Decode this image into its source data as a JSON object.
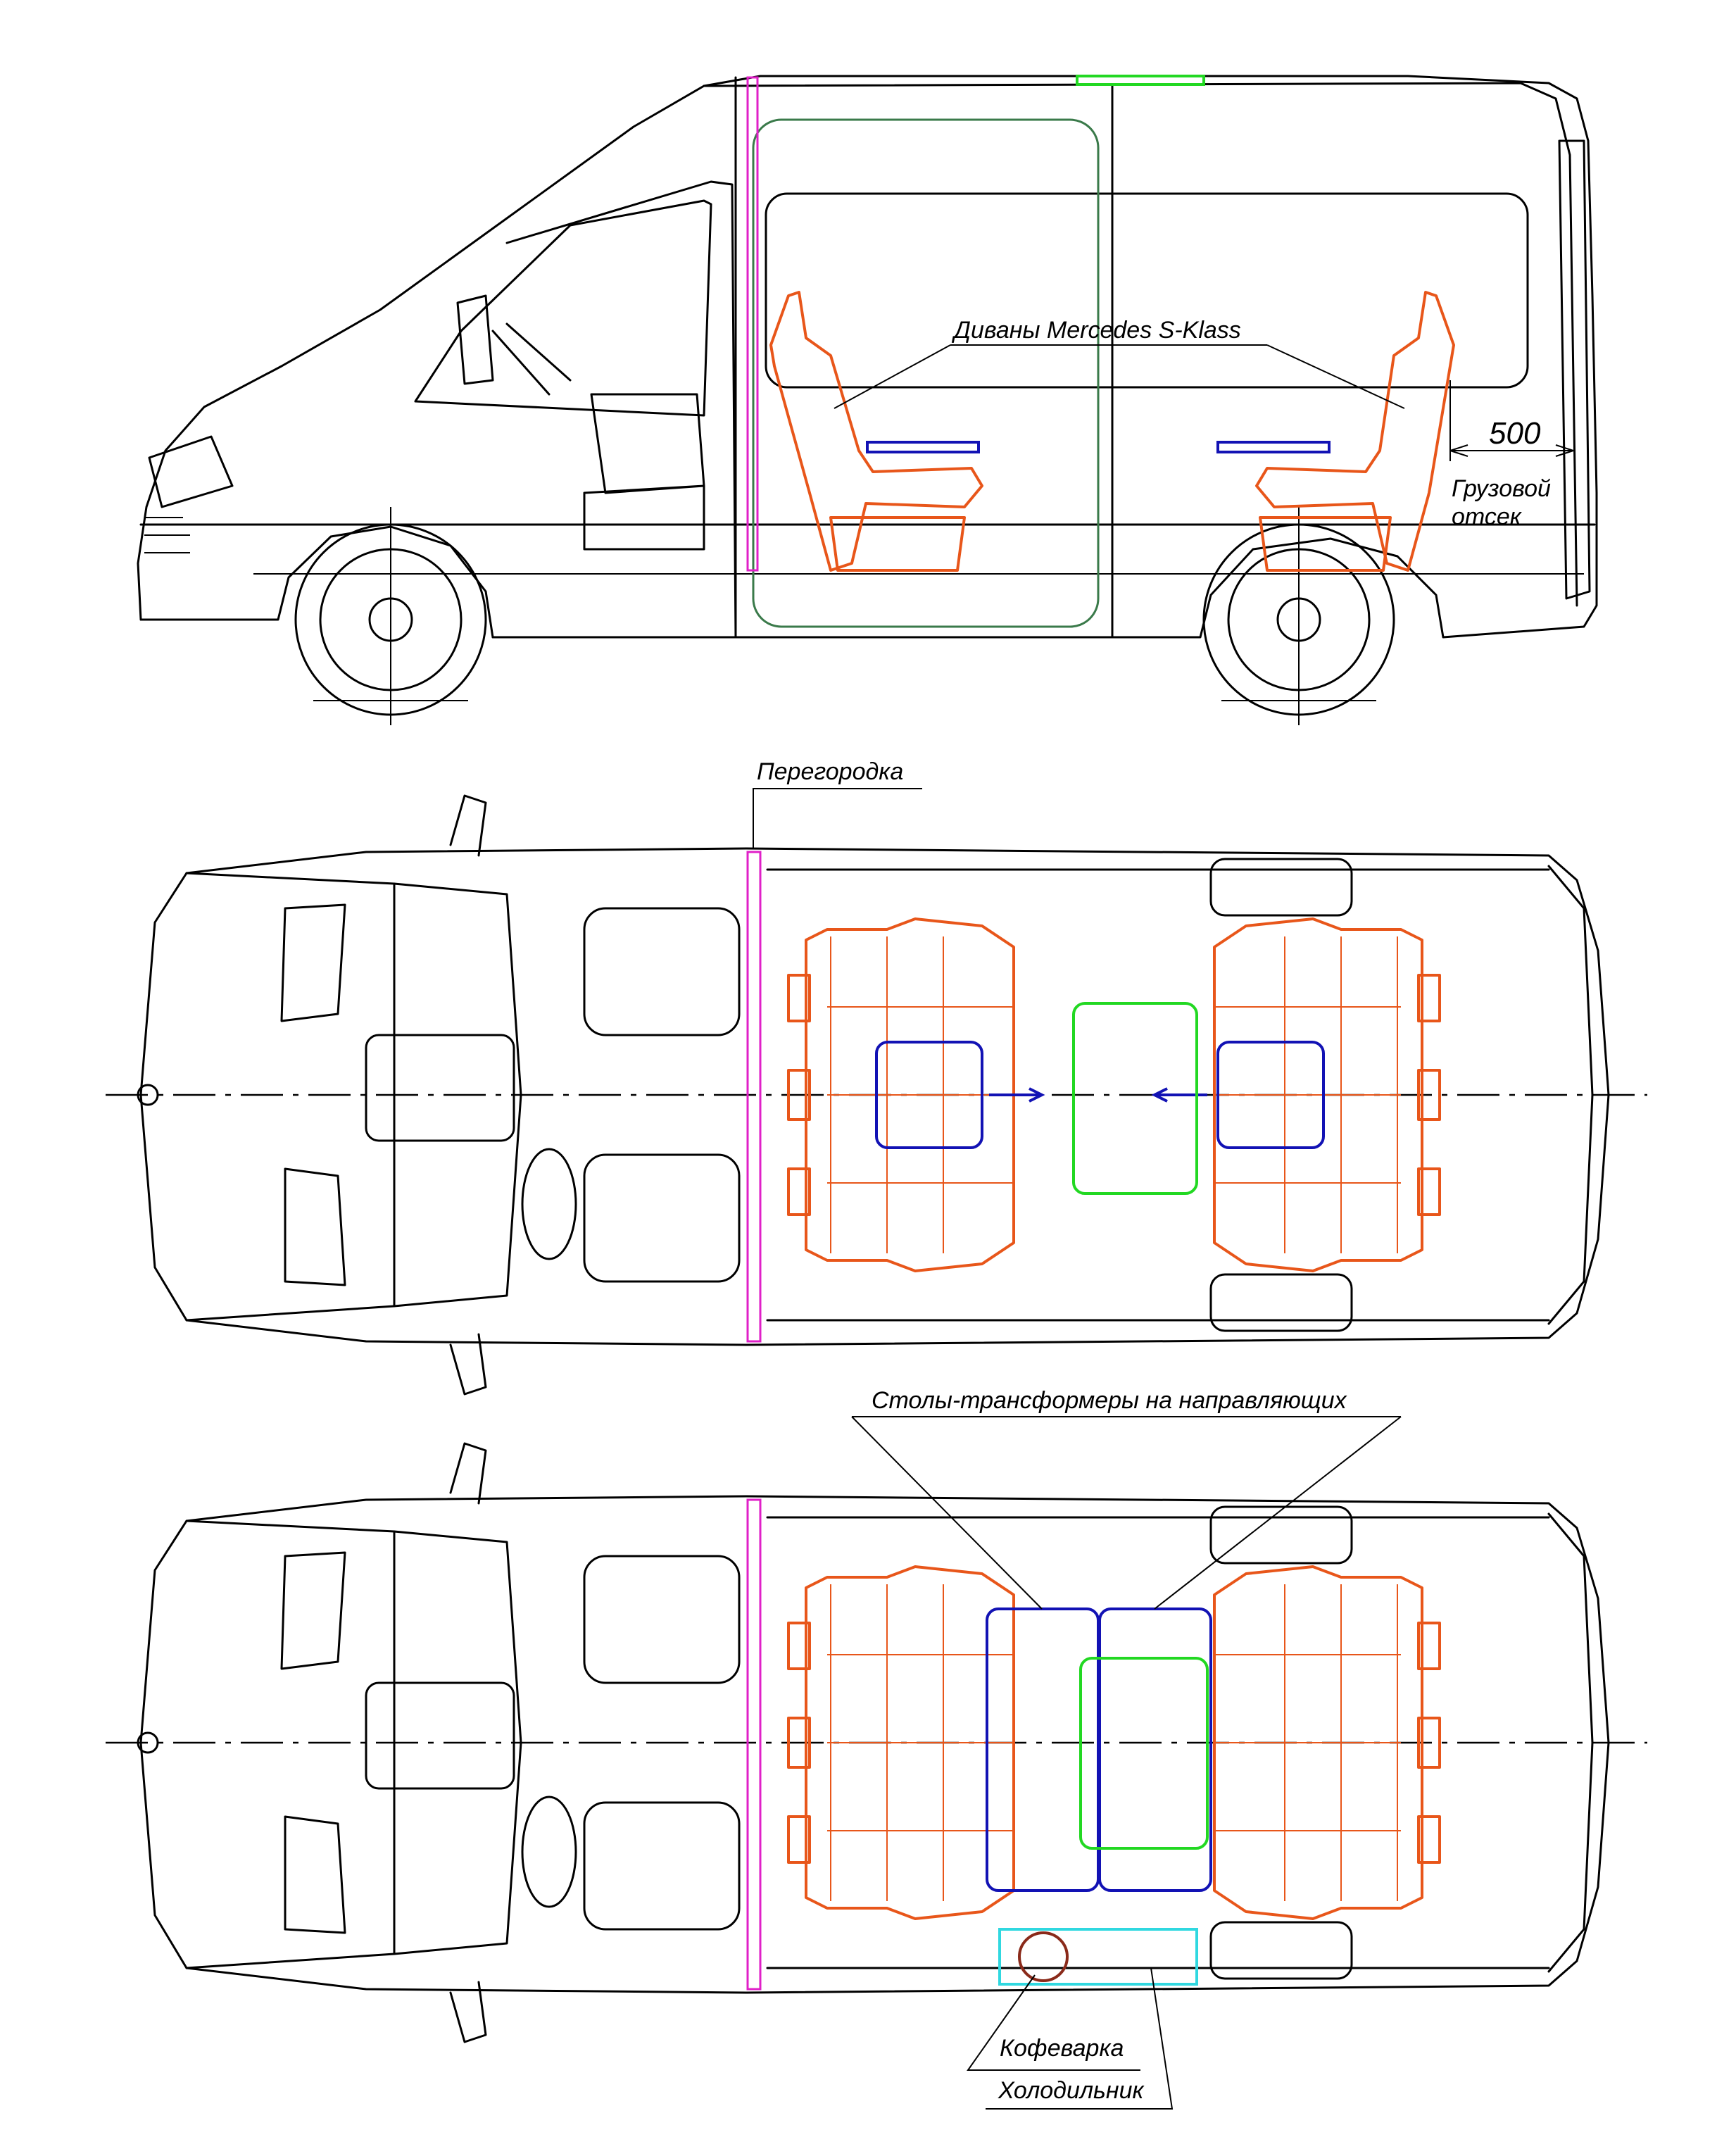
{
  "labels": {
    "sofas": "Диваны Mercedes S-Klass",
    "dimension_value": "500",
    "cargo_line1": "Грузовой",
    "cargo_line2": "отсек",
    "partition": "Перегородка",
    "tables": "Столы-трансформеры на направляющих",
    "coffee_maker": "Кофеварка",
    "fridge": "Холодильник"
  },
  "colors": {
    "line": "#000000",
    "sofa": "#e8561a",
    "table": "#1212b4",
    "green_table": "#22d822",
    "door": "#3a7a4a",
    "partition": "#e020c8",
    "fridge": "#30d8e0",
    "coffee_maker": "#8a2a1a"
  }
}
